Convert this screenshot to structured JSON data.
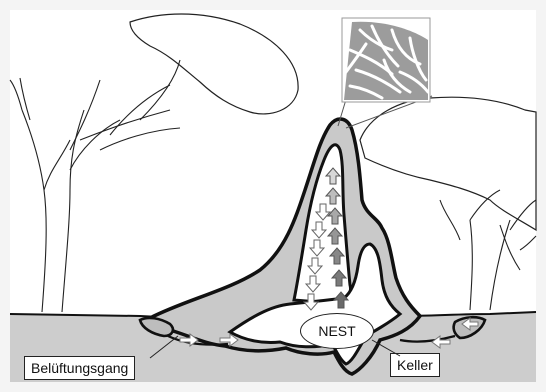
{
  "labels": {
    "nest": "NEST",
    "ventilation_duct": "Belüftungsgang",
    "cellar": "Keller"
  },
  "colors": {
    "ground": "#cdcdcd",
    "outline": "#111111",
    "arrow_light": "#ffffff",
    "arrow_mid": "#bdbdbd",
    "arrow_dark": "#7a7a7a",
    "background": "#ffffff"
  },
  "airflow": {
    "down_arrows": 6,
    "up_arrows": 6
  }
}
